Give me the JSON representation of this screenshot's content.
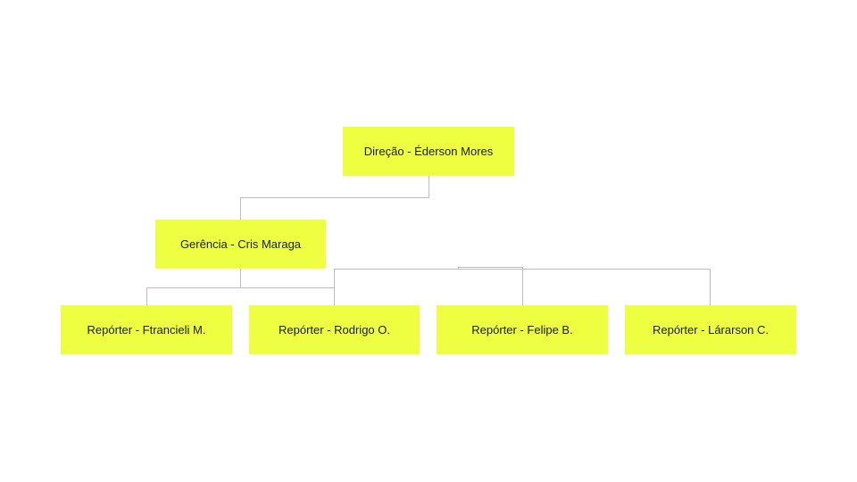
{
  "colors": {
    "box_fill": "#eeff41",
    "connector": "#bdbdbd",
    "text": "#1a1a1a",
    "background": "#ffffff"
  },
  "org_chart": {
    "director": {
      "label": "Direção - Éderson Mores"
    },
    "manager": {
      "label": "Gerência - Cris Maraga"
    },
    "reporters": [
      {
        "label": "Repórter - Ftrancieli M."
      },
      {
        "label": "Repórter - Rodrigo O."
      },
      {
        "label": "Repórter - Felipe B."
      },
      {
        "label": "Repórter - Lárarson C."
      }
    ]
  }
}
